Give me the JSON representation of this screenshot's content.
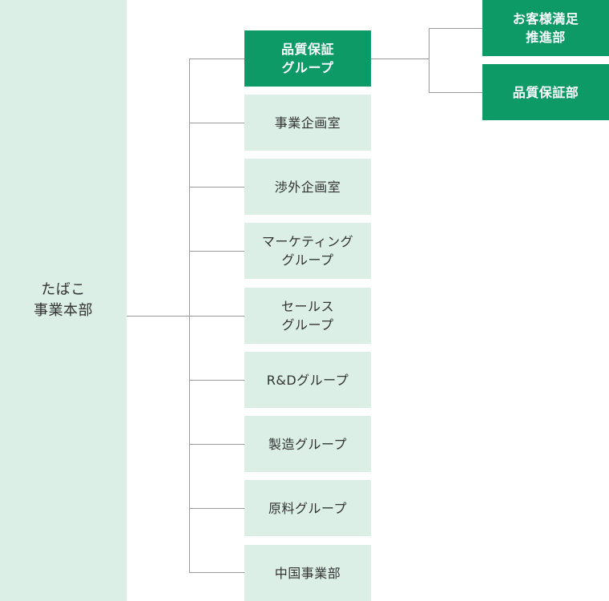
{
  "root": {
    "label": "たばこ\n事業本部"
  },
  "groups": [
    {
      "label": "品質保証\nグループ",
      "style": "dark"
    },
    {
      "label": "事業企画室",
      "style": "light"
    },
    {
      "label": "渉外企画室",
      "style": "light"
    },
    {
      "label": "マーケティング\nグループ",
      "style": "light"
    },
    {
      "label": "セールス\nグループ",
      "style": "light"
    },
    {
      "label": "R&Dグループ",
      "style": "light"
    },
    {
      "label": "製造グループ",
      "style": "light"
    },
    {
      "label": "原料グループ",
      "style": "light"
    },
    {
      "label": "中国事業部",
      "style": "light"
    }
  ],
  "sub_departments": [
    {
      "label": "お客様満足\n推進部",
      "style": "dark"
    },
    {
      "label": "品質保証部",
      "style": "dark"
    }
  ],
  "colors": {
    "light_fill": "#dbefe7",
    "dark_fill": "#0d9a67",
    "connector": "#9a9a9a"
  }
}
